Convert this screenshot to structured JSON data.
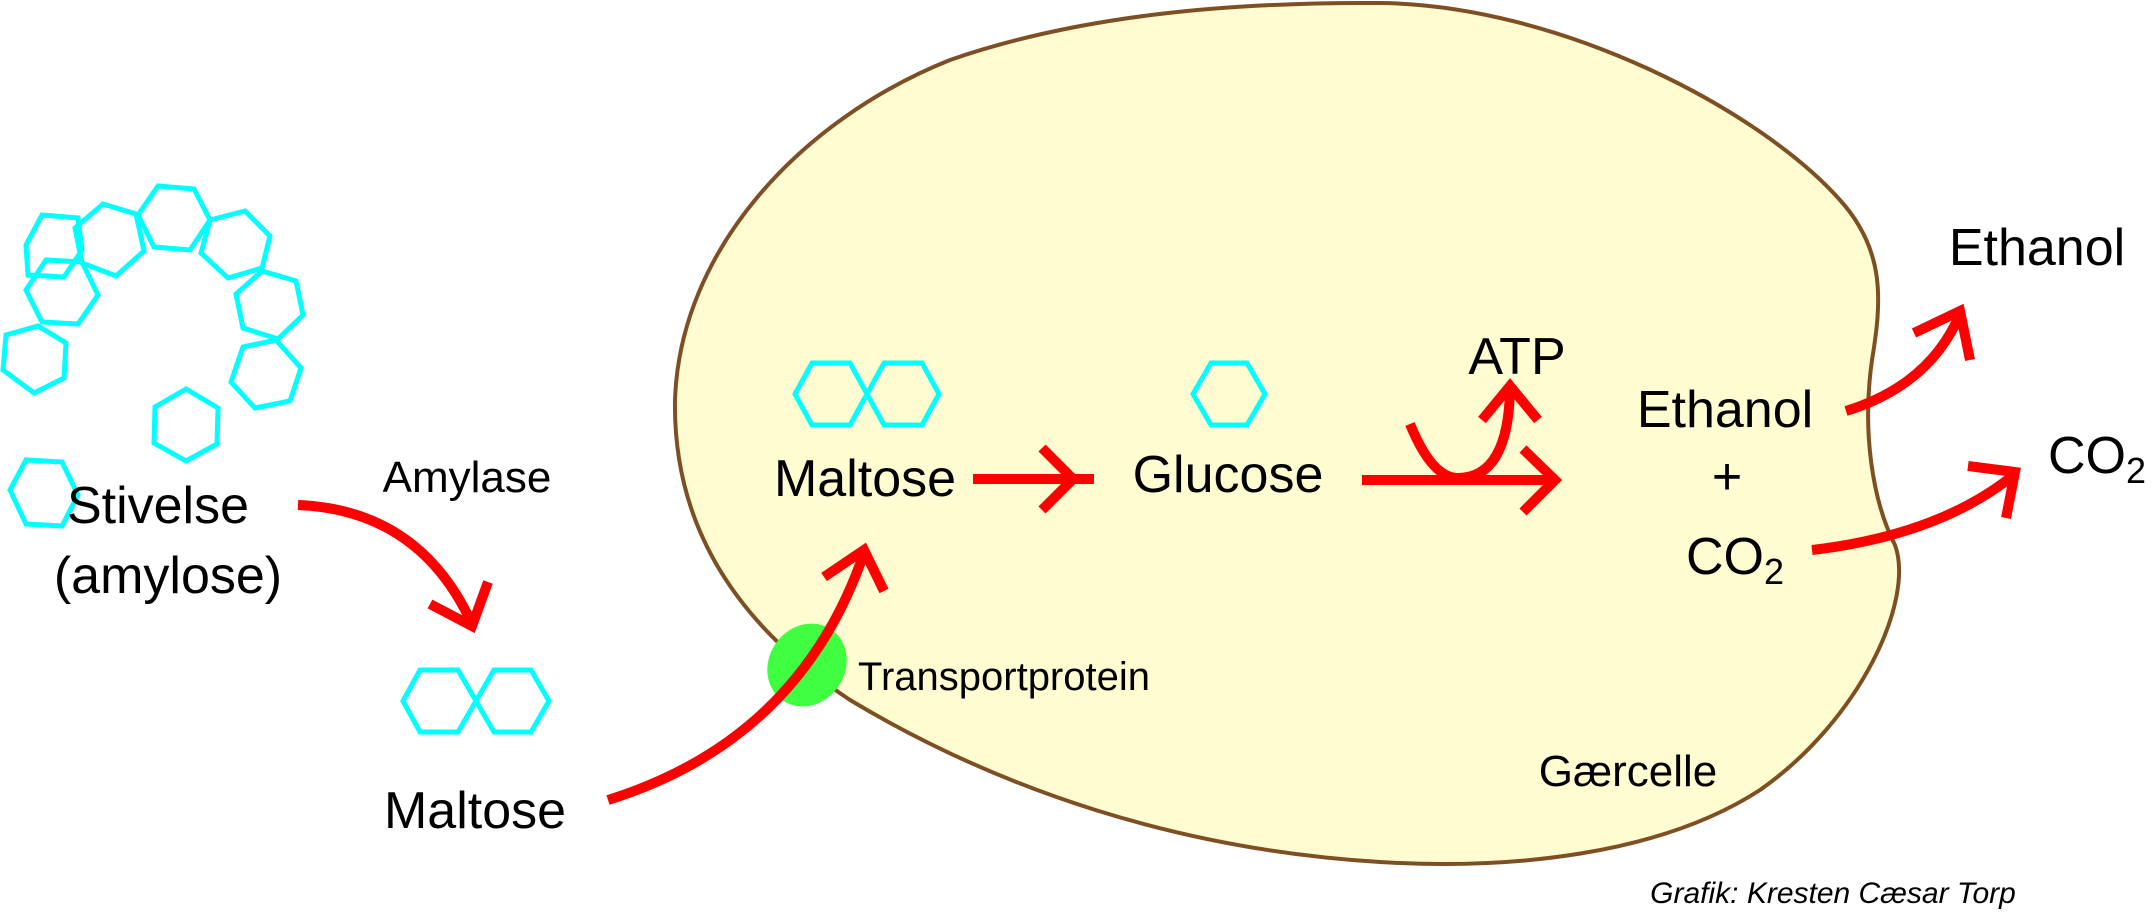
{
  "diagram": {
    "colors": {
      "cell_fill": "#fffcd2",
      "cell_outline": "#7f4f24",
      "arrow": "#ff0000",
      "sugar_ring": "#00ffff",
      "transport_protein": "#40ff40",
      "text": "#000000"
    },
    "outside": {
      "starch_label": "Stivelse",
      "starch_sublabel": "(amylose)",
      "enzyme_label": "Amylase",
      "maltose_label": "Maltose"
    },
    "membrane": {
      "transport_label": "Transportprotein"
    },
    "cell": {
      "name": "Gærcelle",
      "maltose_label": "Maltose",
      "glucose_label": "Glucose",
      "atp_label": "ATP",
      "ethanol_label": "Ethanol",
      "plus": "+",
      "co2_main": "CO",
      "co2_sub": "2"
    },
    "products_outside": {
      "ethanol_label": "Ethanol",
      "co2_main": "CO",
      "co2_sub": "2"
    },
    "credit": "Grafik: Kresten Cæsar Torp"
  }
}
